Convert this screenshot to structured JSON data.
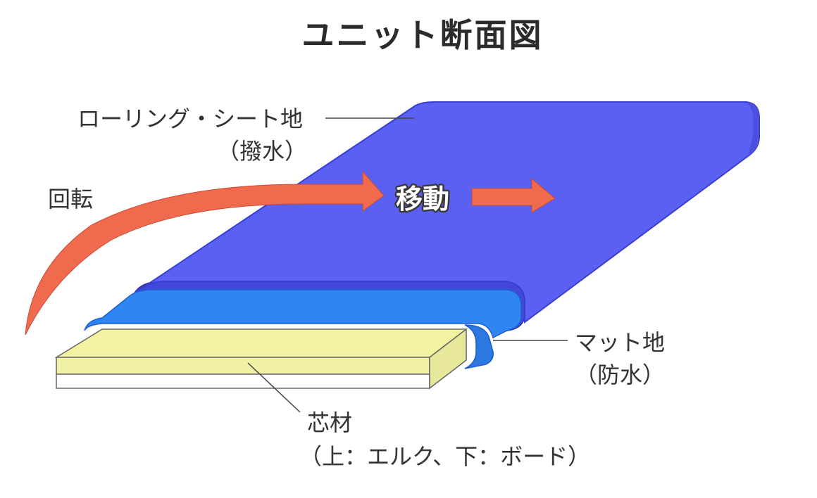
{
  "title": "ユニット断面図",
  "labels": {
    "rolling_sheet_line1": "ローリング・シート地",
    "rolling_sheet_line2": "（撥水）",
    "rotation": "回転",
    "movement": "移動",
    "mat_line1": "マット地",
    "mat_line2": "（防水）",
    "core_line1": "芯材",
    "core_line2": "（上：エルク、下：ボード）"
  },
  "colors": {
    "rolling_sheet": "#5a60f2",
    "rolling_sheet_edge": "#3b3fcf",
    "mat": "#2f86f3",
    "mat_edge": "#1f5fcc",
    "core_top": "#f2f2a0",
    "core_bottom": "#ffffff",
    "arrow": "#f06a4e",
    "arrow_edge": "#c94a33"
  }
}
